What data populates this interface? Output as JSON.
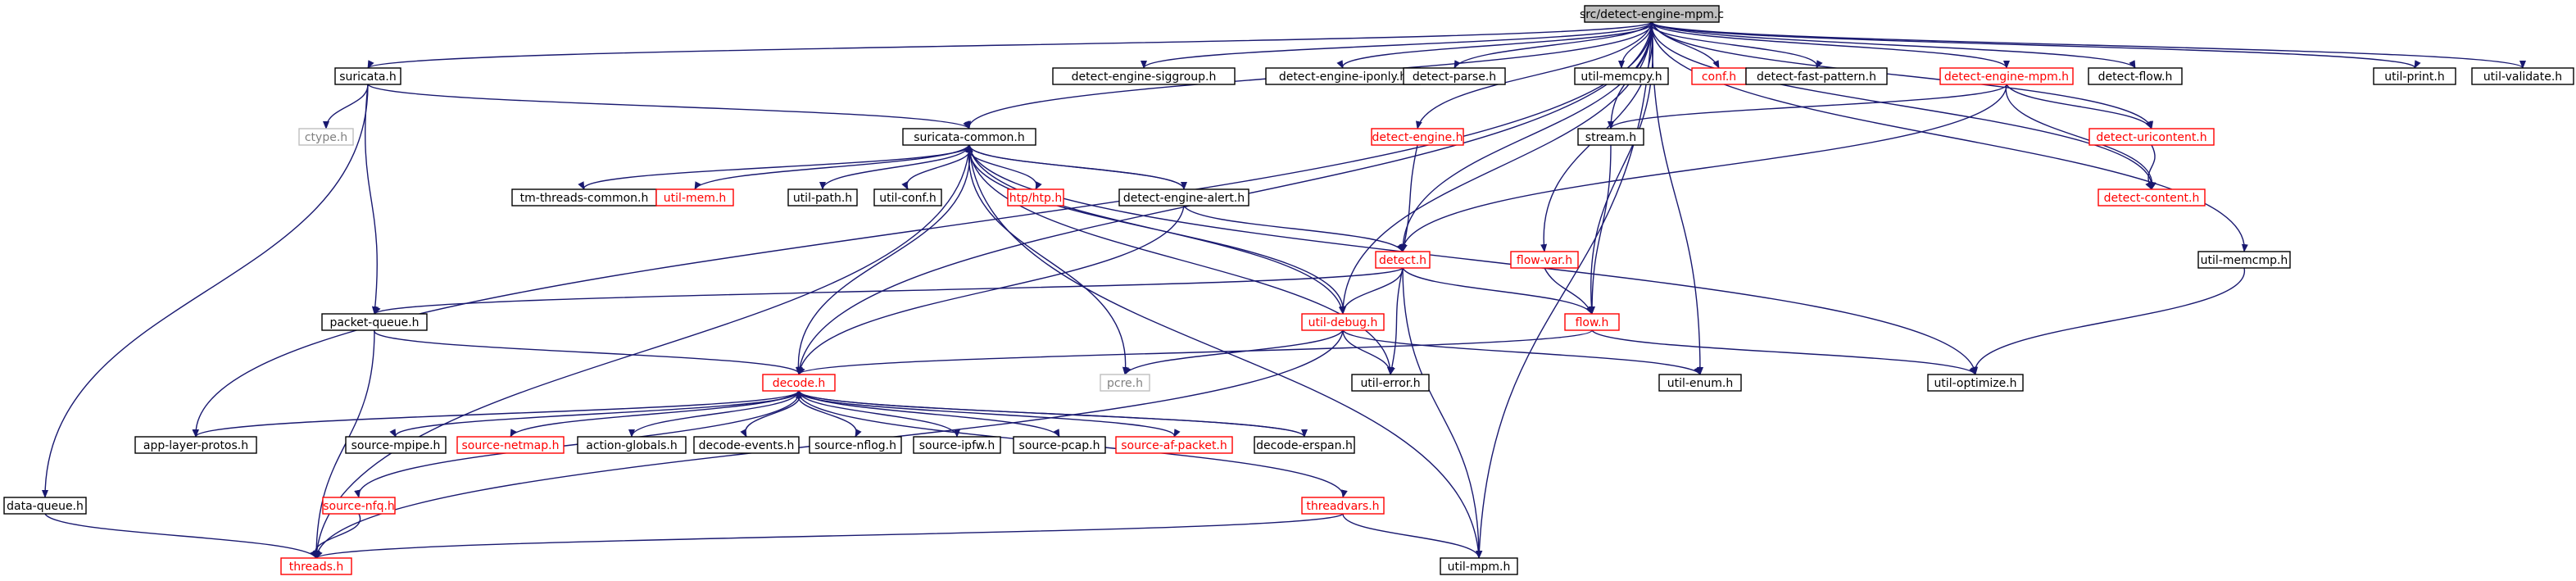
{
  "colors": {
    "edge": "#191970",
    "default_border": "#000000",
    "red_border": "#ff0000",
    "gray_border": "#bfbfbf",
    "root_fill": "#bfbfbf",
    "text_default": "#000000",
    "text_red": "#ff0000",
    "text_gray": "#808080"
  },
  "nodes": [
    {
      "id": "root",
      "label": "src/detect-engine-mpm.c",
      "style": "root"
    },
    {
      "id": "suricata",
      "label": "suricata.h",
      "style": "default"
    },
    {
      "id": "sig_group",
      "label": "detect-engine-siggroup.h",
      "style": "default"
    },
    {
      "id": "iponly",
      "label": "detect-engine-iponly.h",
      "style": "default"
    },
    {
      "id": "parse",
      "label": "detect-parse.h",
      "style": "default"
    },
    {
      "id": "memcpy",
      "label": "util-memcpy.h",
      "style": "default"
    },
    {
      "id": "conf",
      "label": "conf.h",
      "style": "red"
    },
    {
      "id": "fastpattern",
      "label": "detect-fast-pattern.h",
      "style": "default"
    },
    {
      "id": "engmpm",
      "label": "detect-engine-mpm.h",
      "style": "red"
    },
    {
      "id": "detflow",
      "label": "detect-flow.h",
      "style": "default"
    },
    {
      "id": "utilprint",
      "label": "util-print.h",
      "style": "default"
    },
    {
      "id": "utilvalidate",
      "label": "util-validate.h",
      "style": "default"
    },
    {
      "id": "ctype",
      "label": "ctype.h",
      "style": "gray"
    },
    {
      "id": "common",
      "label": "suricata-common.h",
      "style": "default"
    },
    {
      "id": "detengine",
      "label": "detect-engine.h",
      "style": "red"
    },
    {
      "id": "stream",
      "label": "stream.h",
      "style": "default"
    },
    {
      "id": "uricontent",
      "label": "detect-uricontent.h",
      "style": "red"
    },
    {
      "id": "tmthreads",
      "label": "tm-threads-common.h",
      "style": "default"
    },
    {
      "id": "utilmem",
      "label": "util-mem.h",
      "style": "red"
    },
    {
      "id": "utilpath",
      "label": "util-path.h",
      "style": "default"
    },
    {
      "id": "utilconf",
      "label": "util-conf.h",
      "style": "default"
    },
    {
      "id": "htp",
      "label": "htp/htp.h",
      "style": "red"
    },
    {
      "id": "enginealert",
      "label": "detect-engine-alert.h",
      "style": "default"
    },
    {
      "id": "detcontent",
      "label": "detect-content.h",
      "style": "red"
    },
    {
      "id": "detect",
      "label": "detect.h",
      "style": "red"
    },
    {
      "id": "flowvar",
      "label": "flow-var.h",
      "style": "red"
    },
    {
      "id": "utilmemcmp",
      "label": "util-memcmp.h",
      "style": "default"
    },
    {
      "id": "pktqueue",
      "label": "packet-queue.h",
      "style": "default"
    },
    {
      "id": "utildebug",
      "label": "util-debug.h",
      "style": "red"
    },
    {
      "id": "flow",
      "label": "flow.h",
      "style": "red"
    },
    {
      "id": "decode",
      "label": "decode.h",
      "style": "red"
    },
    {
      "id": "pcre",
      "label": "pcre.h",
      "style": "gray"
    },
    {
      "id": "utilerror",
      "label": "util-error.h",
      "style": "default"
    },
    {
      "id": "utilenum",
      "label": "util-enum.h",
      "style": "default"
    },
    {
      "id": "utiloptimize",
      "label": "util-optimize.h",
      "style": "default"
    },
    {
      "id": "applayer",
      "label": "app-layer-protos.h",
      "style": "default"
    },
    {
      "id": "srcmpipe",
      "label": "source-mpipe.h",
      "style": "default"
    },
    {
      "id": "srcnetmap",
      "label": "source-netmap.h",
      "style": "red"
    },
    {
      "id": "actglobals",
      "label": "action-globals.h",
      "style": "default"
    },
    {
      "id": "decevents",
      "label": "decode-events.h",
      "style": "default"
    },
    {
      "id": "srcnflog",
      "label": "source-nflog.h",
      "style": "default"
    },
    {
      "id": "srcipfw",
      "label": "source-ipfw.h",
      "style": "default"
    },
    {
      "id": "srcpcap",
      "label": "source-pcap.h",
      "style": "default"
    },
    {
      "id": "srcafpacket",
      "label": "source-af-packet.h",
      "style": "red"
    },
    {
      "id": "decerspan",
      "label": "decode-erspan.h",
      "style": "default"
    },
    {
      "id": "dataqueue",
      "label": "data-queue.h",
      "style": "default"
    },
    {
      "id": "srcnfq",
      "label": "source-nfq.h",
      "style": "red"
    },
    {
      "id": "threadvars",
      "label": "threadvars.h",
      "style": "red"
    },
    {
      "id": "threads",
      "label": "threads.h",
      "style": "red"
    },
    {
      "id": "utilmpm",
      "label": "util-mpm.h",
      "style": "default"
    }
  ],
  "edges": [
    [
      "root",
      "suricata"
    ],
    [
      "root",
      "sig_group"
    ],
    [
      "root",
      "iponly"
    ],
    [
      "root",
      "parse"
    ],
    [
      "root",
      "memcpy"
    ],
    [
      "root",
      "conf"
    ],
    [
      "root",
      "fastpattern"
    ],
    [
      "root",
      "engmpm"
    ],
    [
      "root",
      "detflow"
    ],
    [
      "root",
      "utilprint"
    ],
    [
      "root",
      "utilvalidate"
    ],
    [
      "root",
      "common"
    ],
    [
      "root",
      "detengine"
    ],
    [
      "root",
      "stream"
    ],
    [
      "root",
      "uricontent"
    ],
    [
      "root",
      "detcontent"
    ],
    [
      "root",
      "detect"
    ],
    [
      "root",
      "flowvar"
    ],
    [
      "root",
      "utilmemcmp"
    ],
    [
      "root",
      "utildebug"
    ],
    [
      "root",
      "flow"
    ],
    [
      "root",
      "decode"
    ],
    [
      "root",
      "utilenum"
    ],
    [
      "root",
      "applayer"
    ],
    [
      "root",
      "utilmpm"
    ],
    [
      "suricata",
      "ctype"
    ],
    [
      "suricata",
      "common"
    ],
    [
      "suricata",
      "pktqueue"
    ],
    [
      "suricata",
      "dataqueue"
    ],
    [
      "common",
      "tmthreads"
    ],
    [
      "common",
      "utilmem"
    ],
    [
      "common",
      "utilpath"
    ],
    [
      "common",
      "utilconf"
    ],
    [
      "common",
      "htp"
    ],
    [
      "common",
      "enginealert"
    ],
    [
      "common",
      "utildebug"
    ],
    [
      "common",
      "pcre"
    ],
    [
      "common",
      "utilerror"
    ],
    [
      "common",
      "utiloptimize"
    ],
    [
      "common",
      "threads"
    ],
    [
      "enginealert",
      "common"
    ],
    [
      "enginealert",
      "detect"
    ],
    [
      "enginealert",
      "decode"
    ],
    [
      "engmpm",
      "stream"
    ],
    [
      "engmpm",
      "uricontent"
    ],
    [
      "engmpm",
      "detcontent"
    ],
    [
      "engmpm",
      "detect"
    ],
    [
      "uricontent",
      "detcontent"
    ],
    [
      "detengine",
      "detect"
    ],
    [
      "stream",
      "flow"
    ],
    [
      "flowvar",
      "flow"
    ],
    [
      "detect",
      "pktqueue"
    ],
    [
      "detect",
      "utildebug"
    ],
    [
      "detect",
      "flow"
    ],
    [
      "detect",
      "utilerror"
    ],
    [
      "detect",
      "utilmpm"
    ],
    [
      "utilmemcmp",
      "utiloptimize"
    ],
    [
      "pktqueue",
      "decode"
    ],
    [
      "pktqueue",
      "threads"
    ],
    [
      "utildebug",
      "common"
    ],
    [
      "utildebug",
      "pcre"
    ],
    [
      "utildebug",
      "utilerror"
    ],
    [
      "utildebug",
      "utilenum"
    ],
    [
      "utildebug",
      "threads"
    ],
    [
      "flow",
      "decode"
    ],
    [
      "flow",
      "utiloptimize"
    ],
    [
      "decode",
      "common"
    ],
    [
      "decode",
      "applayer"
    ],
    [
      "decode",
      "srcmpipe"
    ],
    [
      "decode",
      "srcnetmap"
    ],
    [
      "decode",
      "actglobals"
    ],
    [
      "decode",
      "decevents"
    ],
    [
      "decode",
      "srcnflog"
    ],
    [
      "decode",
      "srcipfw"
    ],
    [
      "decode",
      "srcpcap"
    ],
    [
      "decode",
      "srcafpacket"
    ],
    [
      "decode",
      "decerspan"
    ],
    [
      "decode",
      "srcnfq"
    ],
    [
      "decode",
      "threadvars"
    ],
    [
      "decerspan",
      "decode"
    ],
    [
      "srcnfq",
      "threads"
    ],
    [
      "threadvars",
      "threads"
    ],
    [
      "threadvars",
      "utilmpm"
    ],
    [
      "dataqueue",
      "threads"
    ],
    [
      "utilmpm",
      "common"
    ]
  ]
}
